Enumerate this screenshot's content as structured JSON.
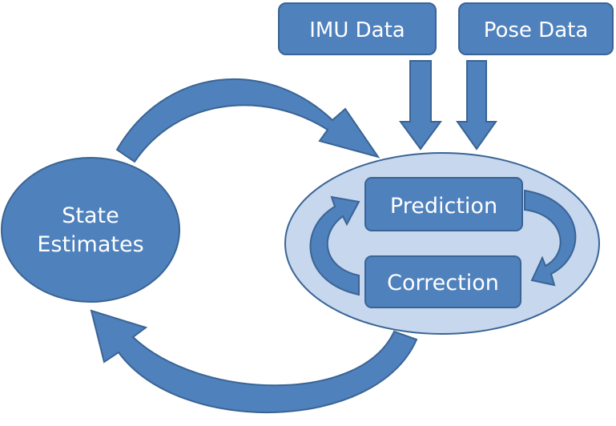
{
  "diagram": {
    "nodes": {
      "state": {
        "lines": [
          "State",
          "Estimates"
        ]
      },
      "imu": {
        "label": "IMU Data"
      },
      "pose": {
        "label": "Pose Data"
      },
      "prediction": {
        "label": "Prediction"
      },
      "correction": {
        "label": "Correction"
      }
    },
    "colors": {
      "primary": "#4F81BD",
      "primary_stroke": "#3A6494",
      "filter_fill": "#C6D7EE",
      "text": "#FFFFFF"
    }
  }
}
